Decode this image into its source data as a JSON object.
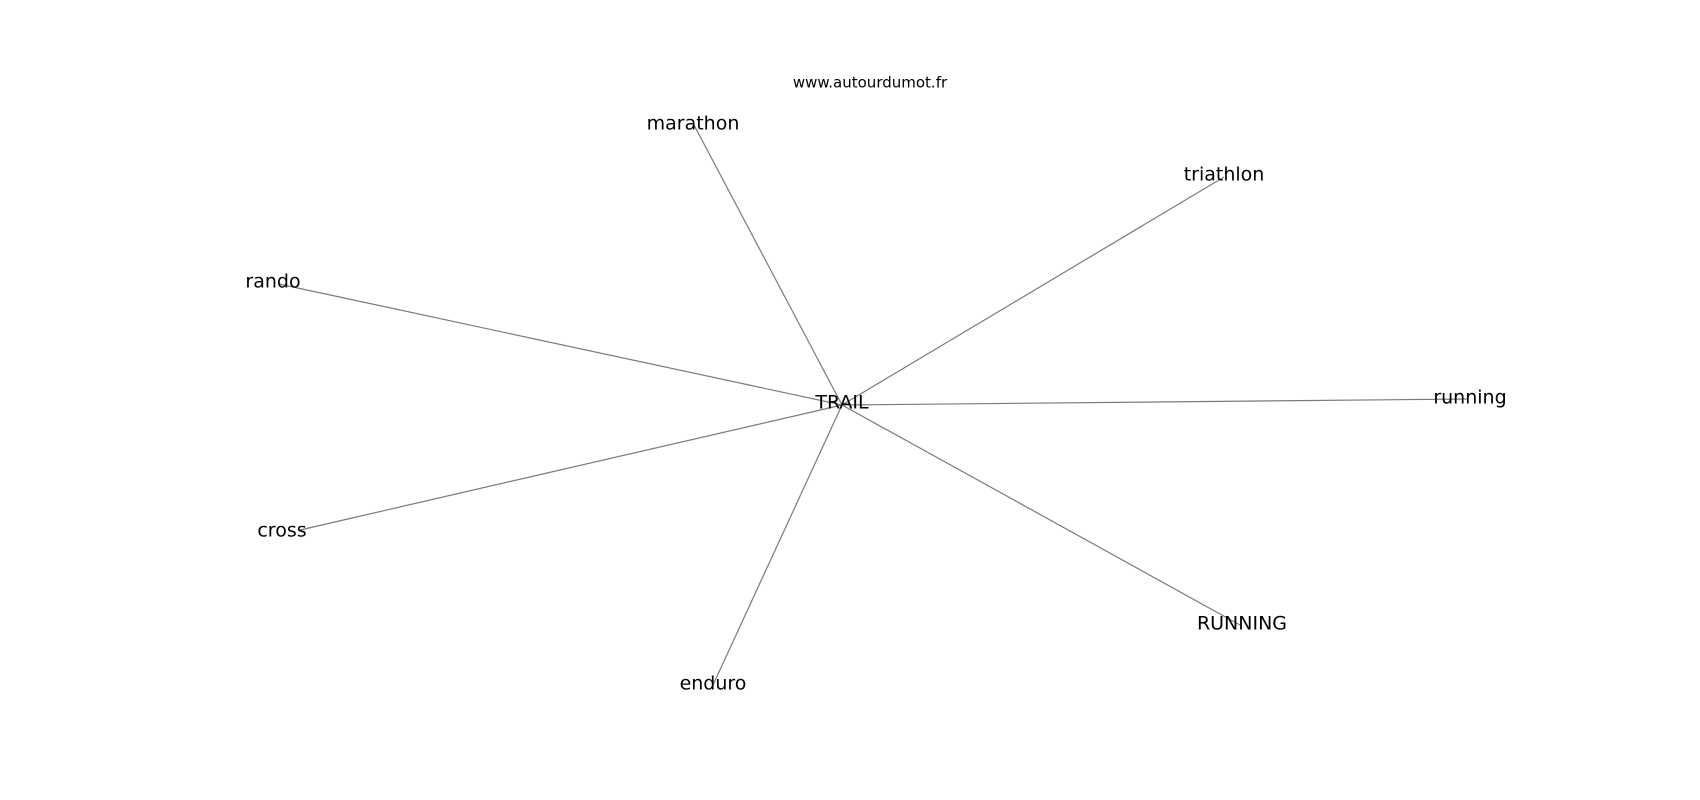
{
  "watermark": "www.autourdumot.fr",
  "graph": {
    "center": "TRAIL",
    "neighbors": [
      "marathon",
      "triathlon",
      "rando",
      "running",
      "cross",
      "RUNNING",
      "enduro"
    ]
  },
  "colors": {
    "edge": "#7a7a7a",
    "text": "#000000",
    "background": "#ffffff"
  }
}
